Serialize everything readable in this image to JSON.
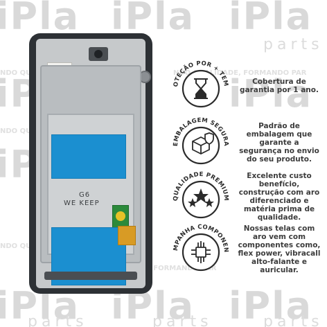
{
  "watermark": {
    "brand": "iPla",
    "sub": "parts",
    "tagline": "NDO QUALIDADE, FORMANDO PAR"
  },
  "phone": {
    "film_text_1": "G6",
    "film_text_2": "WE KEEP"
  },
  "features": [
    {
      "title": "PROTEÇÃO POR + TEMPO",
      "text": "Cobertura de garantia por 1 ano.",
      "icon": "hourglass-icon"
    },
    {
      "title": "EMBALAGEM SEGURA",
      "text": "Padrão de embalagem que garante a segurança no envio do seu produto.",
      "icon": "package-shield-icon"
    },
    {
      "title": "QUALIDADE PREMIUM",
      "text": "Excelente custo benefício, construção com aro diferenciado e matéria prima de qualidade.",
      "icon": "stars-icon"
    },
    {
      "title": "ACOMPANHA COMPONENTES",
      "text": "Nossas telas com aro vem com componentes como, flex power, vibracall alto-falante e auricular.",
      "icon": "chip-icon"
    }
  ],
  "colors": {
    "accent_blue": "#1b8fd0",
    "frame": "#2d3135",
    "text": "#3c3c3c"
  }
}
